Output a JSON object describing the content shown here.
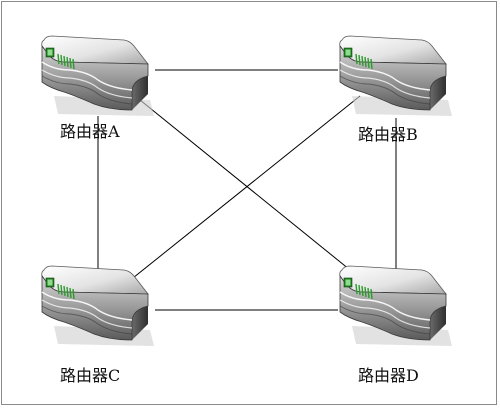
{
  "routers": [
    {
      "id": "A",
      "label": "路由器A"
    },
    {
      "id": "B",
      "label": "路由器B"
    },
    {
      "id": "C",
      "label": "路由器C"
    },
    {
      "id": "D",
      "label": "路由器D"
    }
  ],
  "links": [
    [
      "A",
      "B"
    ],
    [
      "A",
      "C"
    ],
    [
      "A",
      "D"
    ],
    [
      "B",
      "C"
    ],
    [
      "B",
      "D"
    ],
    [
      "C",
      "D"
    ]
  ],
  "colors": {
    "line": "#000000",
    "router_body_light": "#ffffff",
    "router_body_dark": "#4a4a4a",
    "router_led_green": "#2e9a2e",
    "frame": "#8a8a8a"
  },
  "icon": "router-icon"
}
